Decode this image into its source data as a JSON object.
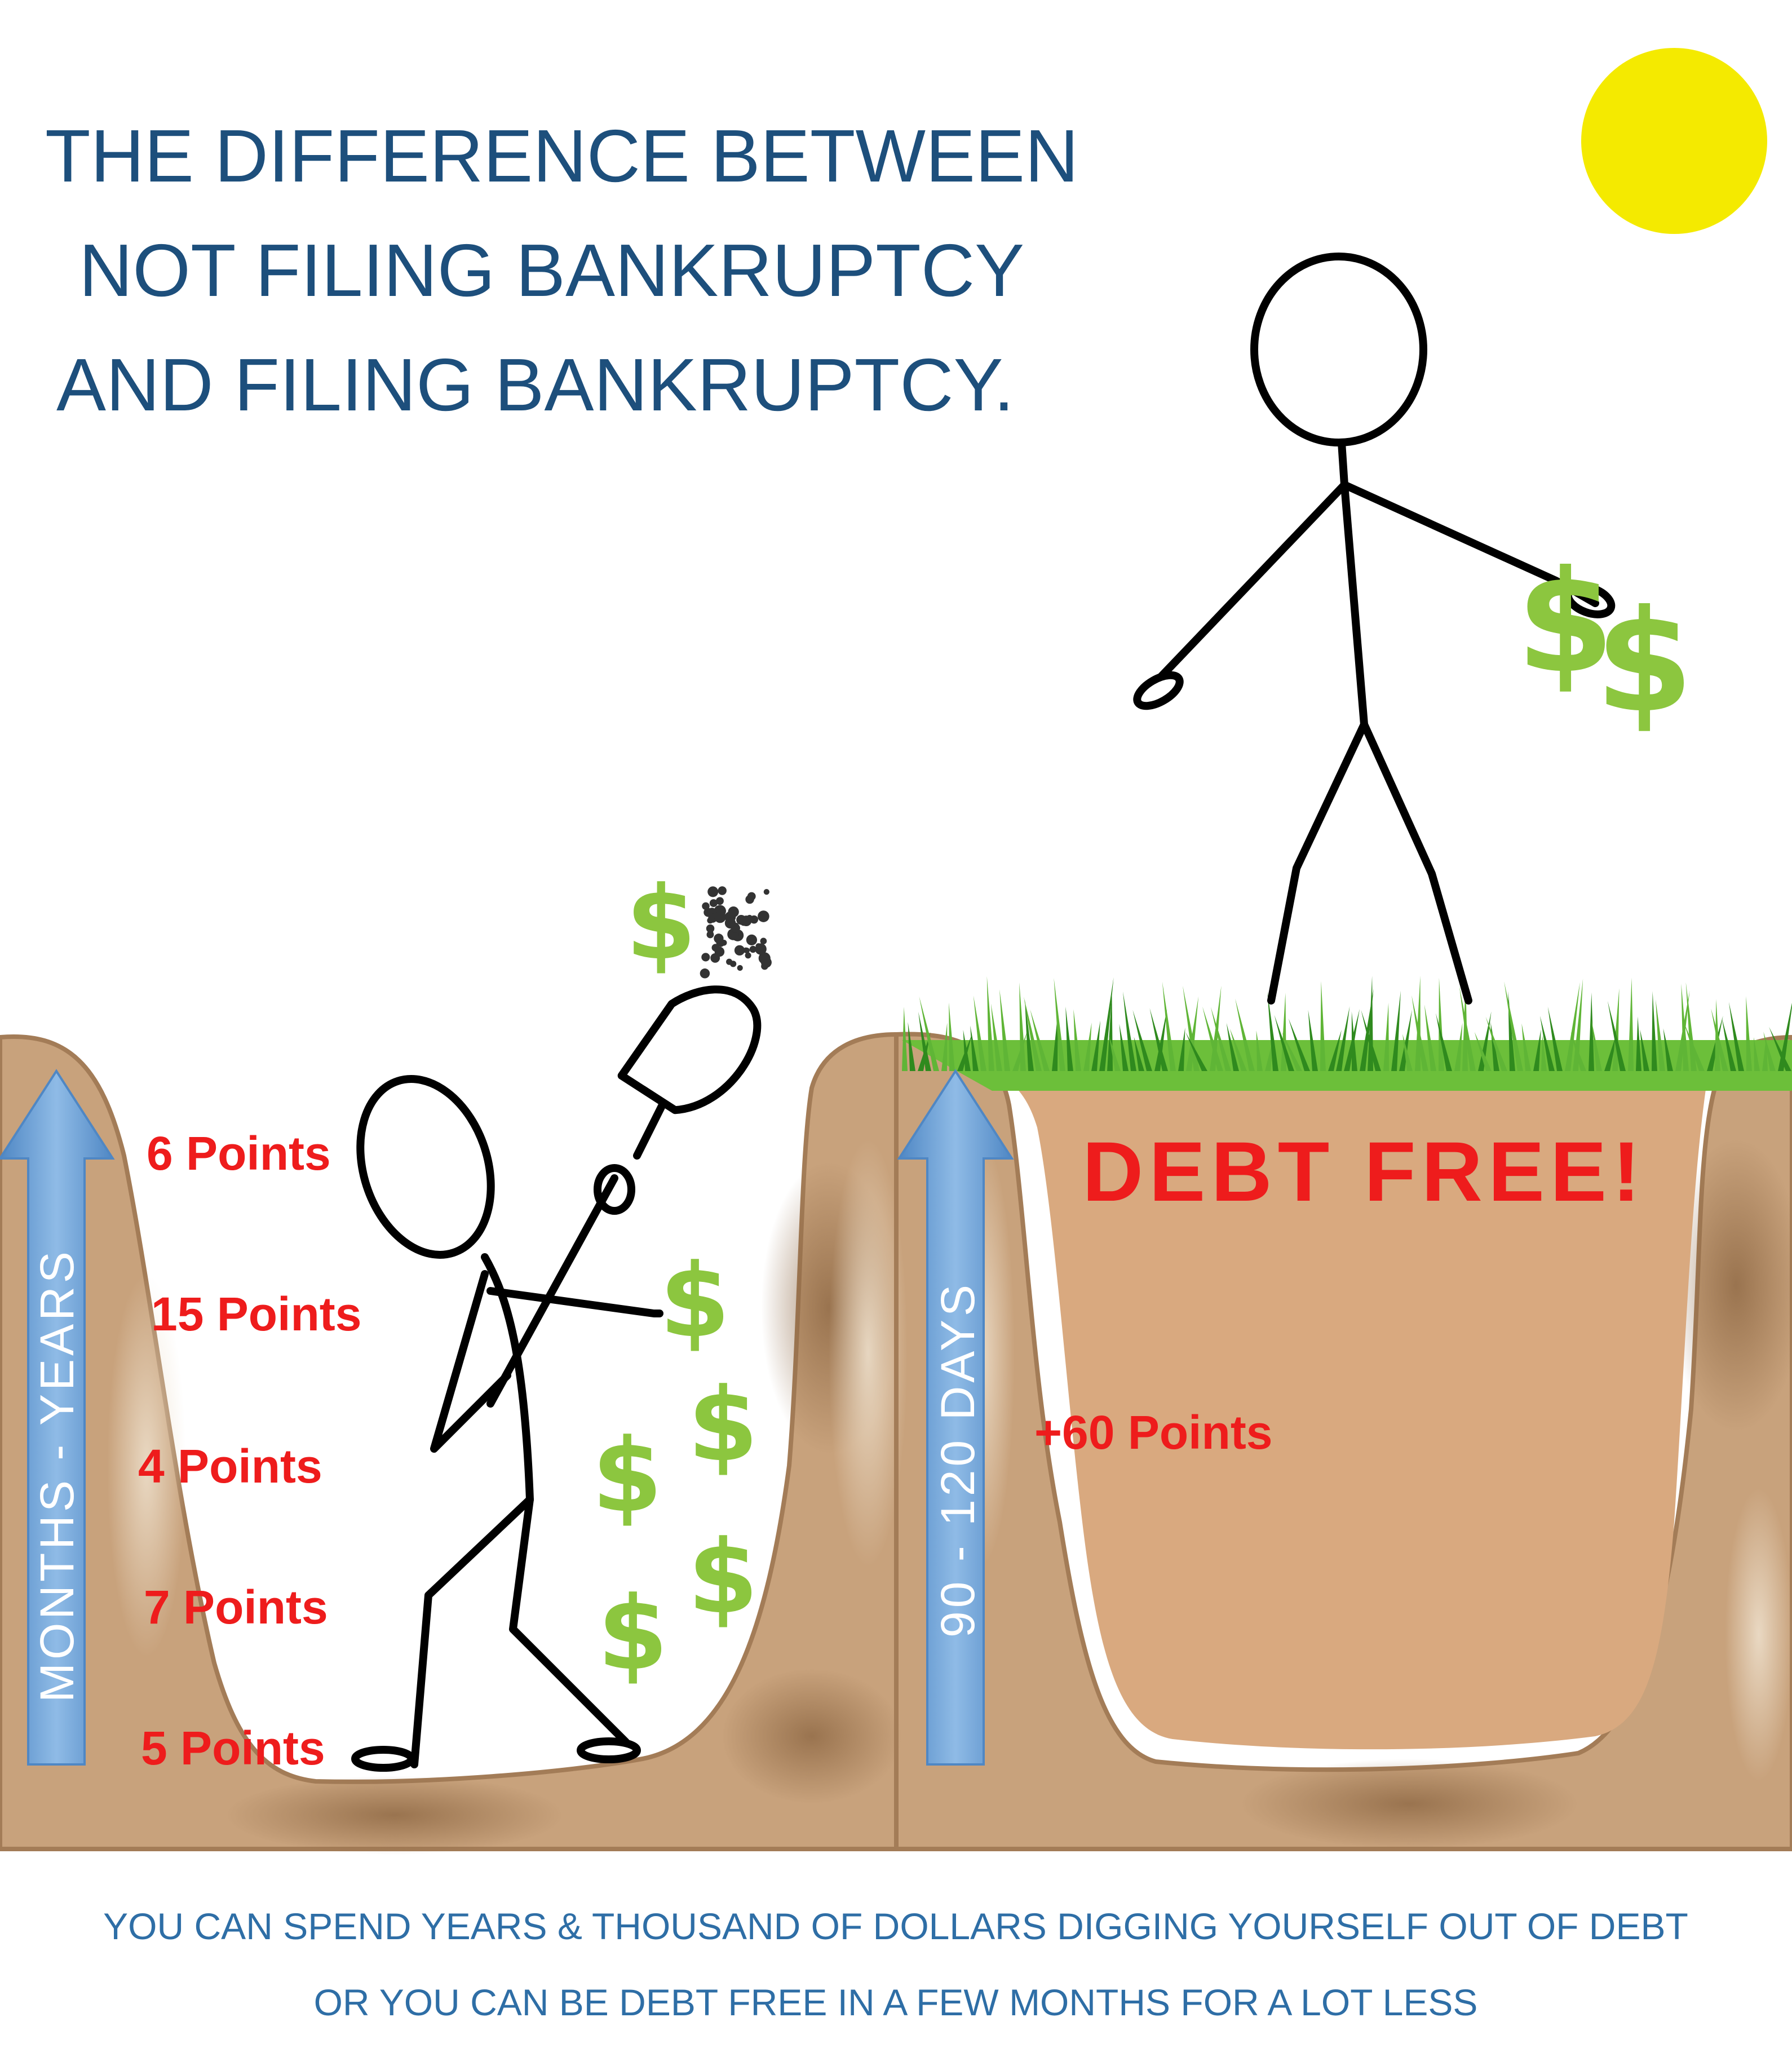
{
  "title": {
    "line1": "THE DIFFERENCE BETWEEN",
    "line2": "NOT FILING BANKRUPTCY",
    "line3": "AND FILING BANKRUPTCY."
  },
  "left_pit": {
    "arrow_label": "MONTHS - YEARS",
    "points": [
      "6 Points",
      "15 Points",
      "4 Points",
      "7 Points",
      "5 Points"
    ]
  },
  "right_plateau": {
    "arrow_label": "90 - 120 DAYS",
    "headline": "DEBT FREE!",
    "points": "+60 Points"
  },
  "caption": {
    "line1": "YOU CAN SPEND YEARS & THOUSAND OF DOLLARS DIGGING YOURSELF OUT OF DEBT",
    "line2": "OR YOU CAN BE DEBT FREE IN A FEW MONTHS FOR A LOT LESS"
  },
  "icons": {
    "sun": "sun-icon",
    "money": "dollar-sign-icon",
    "shovel": "shovel-icon",
    "grass": "grass-icon"
  },
  "colors": {
    "title": "#1d4f7c",
    "caption": "#2e6ea6",
    "points": "#ee1c1c",
    "arrow": "#6fa3d8",
    "sun": "#f4ea00",
    "dirt": "#c8a079",
    "plateau": "#d9a97f",
    "grass": "#6cbf3a",
    "money": "#8cc63f"
  }
}
